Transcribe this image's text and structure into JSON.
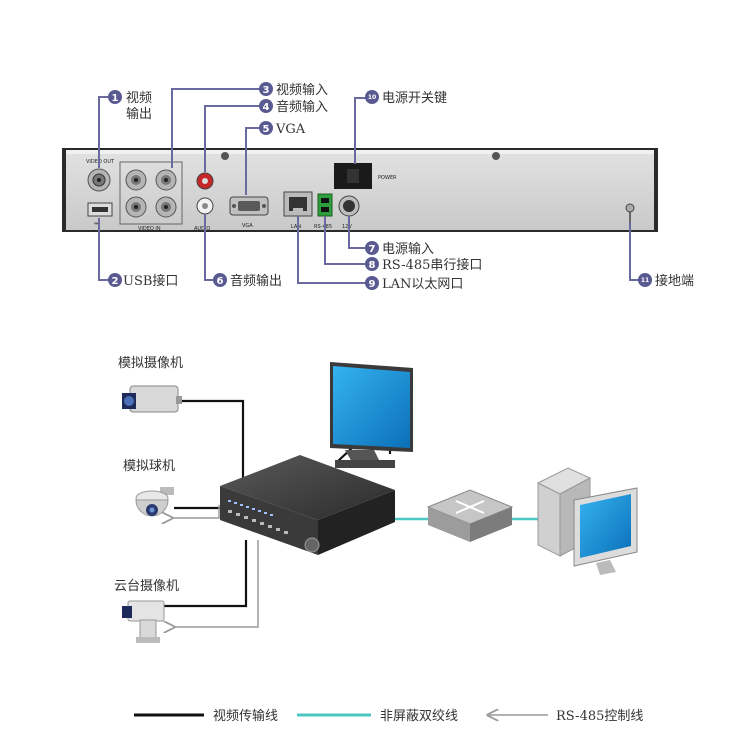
{
  "panel_labels": {
    "video_out": "VIDEO OUT",
    "video_in": "VIDEO IN",
    "audio": "AUDIO",
    "vga": "VGA",
    "lan": "LAN",
    "rs485": "RS-485",
    "power_input": "12V",
    "power_switch": "POWER"
  },
  "callouts": {
    "c1": {
      "num": "1",
      "line1": "视频",
      "line2": "输出"
    },
    "c2": {
      "num": "2",
      "text": "USB接口"
    },
    "c3": {
      "num": "3",
      "text": "视频输入"
    },
    "c4": {
      "num": "4",
      "text": "音频输入"
    },
    "c5": {
      "num": "5",
      "text": "VGA"
    },
    "c6": {
      "num": "6",
      "text": "音频输出"
    },
    "c7": {
      "num": "7",
      "text": "电源输入"
    },
    "c8": {
      "num": "8",
      "text": "RS-485串行接口"
    },
    "c9": {
      "num": "9",
      "text": "LAN以太网口"
    },
    "c10": {
      "num": "10",
      "text": "电源开关键"
    },
    "c11": {
      "num": "11",
      "text": "接地端"
    }
  },
  "devices": {
    "analog_camera": "模拟摄像机",
    "analog_dome": "模拟球机",
    "ptz_camera": "云台摄像机"
  },
  "legend": {
    "video_line": "视频传输线",
    "utp_line": "非屏蔽双绞线",
    "rs485_line": "RS-485控制线"
  },
  "colors": {
    "callout_badge": "#5a5a92",
    "leader_line": "#6a6aa0",
    "video_line": "#111111",
    "utp_line": "#4cc7c3",
    "rs485_line": "#9a9a9a",
    "panel": "#d4d4d4",
    "screen": "#1a8fd6"
  }
}
